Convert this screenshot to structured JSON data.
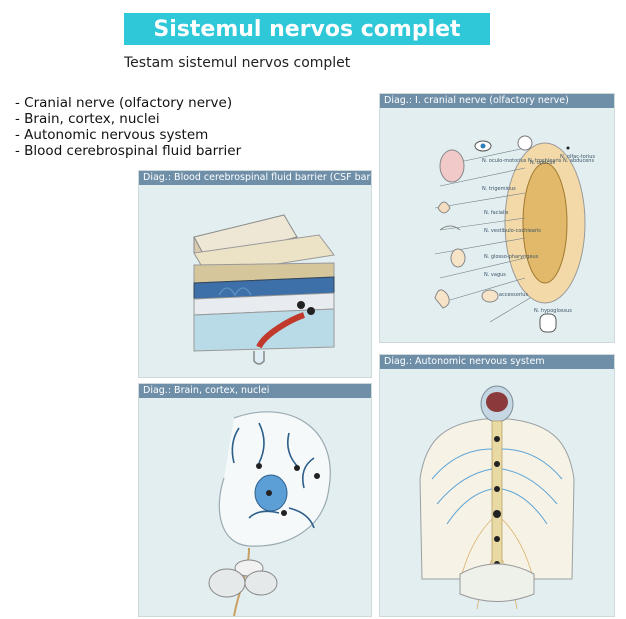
{
  "header": {
    "title": "Sistemul nervos complet"
  },
  "subtitle": "Testam sistemul nervos complet",
  "bullets": [
    "- Cranial nerve (olfactory nerve)",
    "- Brain, cortex, nuclei",
    "- Autonomic nervous system",
    "- Blood cerebrospinal fluid barrier"
  ],
  "panels": {
    "csf": {
      "header": "Diag.: Blood cerebrospinal fluid barrier (CSF bar"
    },
    "cranial": {
      "header": "Diag.: I. cranial nerve (olfactory nerve)",
      "labels": [
        "N. oculo-motorius N. trochlearis N. abducens",
        "N. opticus",
        "N. olfac-torius",
        "N. trigeminus",
        "N. facialis",
        "N. vestibulo-cochlearis",
        "N. glosso-pharyngeus",
        "N. vagus",
        "N. accessorius",
        "N. hypoglossus"
      ]
    },
    "brain": {
      "header": "Diag.: Brain, cortex, nuclei"
    },
    "autonomic": {
      "header": "Diag.: Autonomic nervous system"
    }
  },
  "colors": {
    "title_bg": "#2ec8d8",
    "panel_bg": "#e3eef0",
    "panel_header": "#6f8fa8"
  }
}
